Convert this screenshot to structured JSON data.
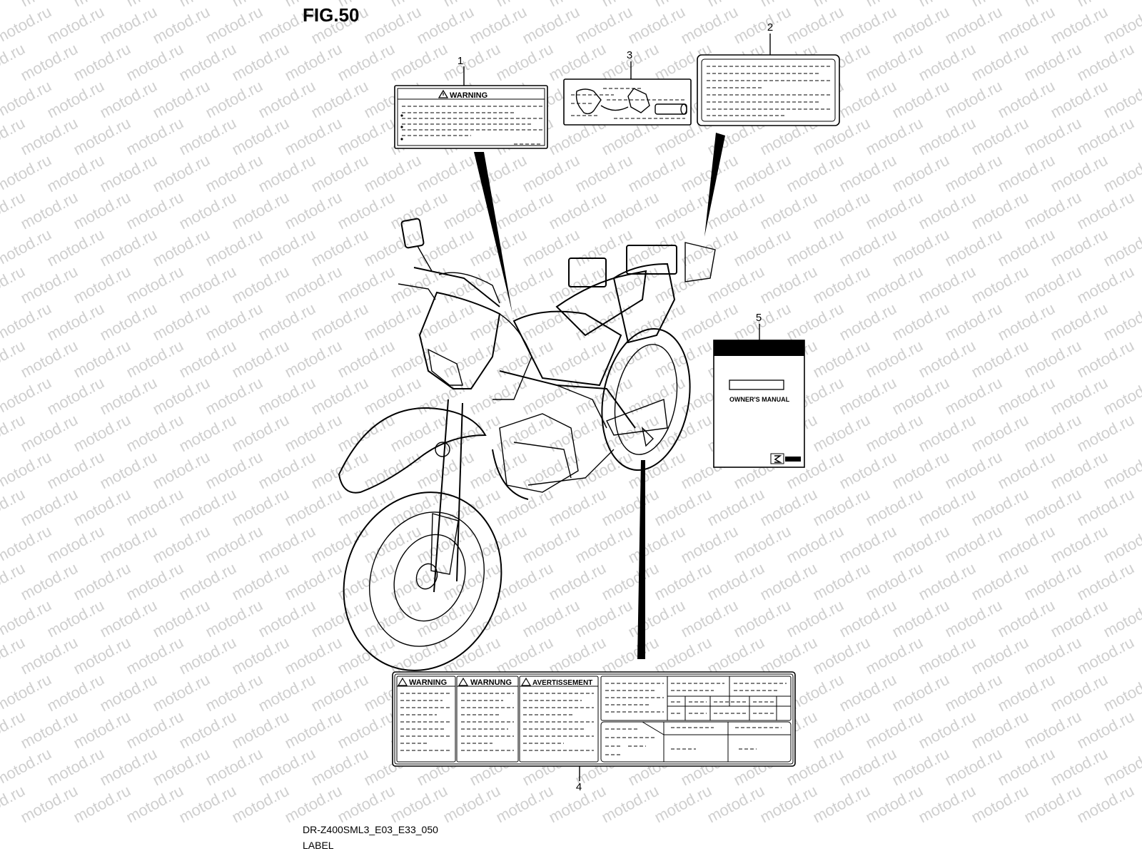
{
  "figure": {
    "title": "FIG.50",
    "code": "DR-Z400SML3_E03_E33_050",
    "caption": "LABEL"
  },
  "watermark": {
    "text": "motod.ru"
  },
  "callouts": [
    {
      "number": "1"
    },
    {
      "number": "2"
    },
    {
      "number": "3"
    },
    {
      "number": "4"
    },
    {
      "number": "5"
    }
  ],
  "labels": {
    "warning_label": {
      "heading": "WARNING"
    },
    "combined_label": {
      "headings": [
        "WARNING",
        "WARNUNG",
        "AVERTISSEMENT"
      ]
    },
    "manual": {
      "title": "OWNER'S MANUAL"
    }
  }
}
